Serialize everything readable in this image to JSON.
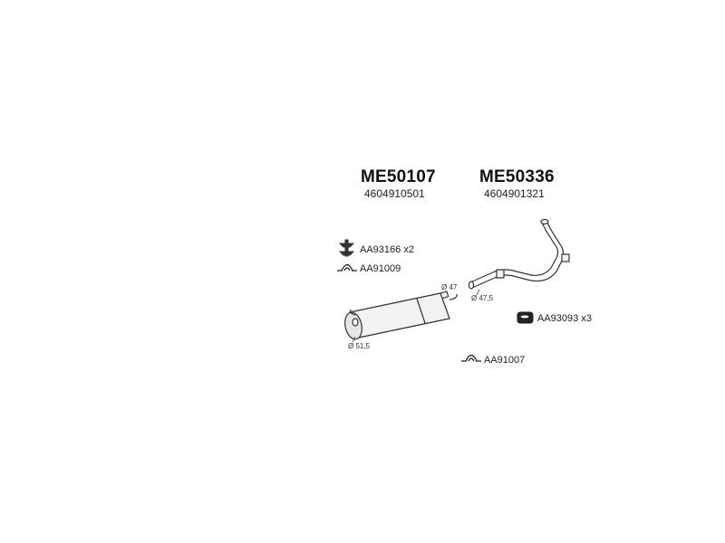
{
  "parts": [
    {
      "code": "ME50107",
      "ref": "4604910501"
    },
    {
      "code": "ME50336",
      "ref": "4604901321"
    }
  ],
  "accessories": [
    {
      "label": "AA93166 x2",
      "icon": "hanger-bracket-icon"
    },
    {
      "label": "AA91009",
      "icon": "pipe-clamp-icon"
    },
    {
      "label": "AA93093 x3",
      "icon": "rubber-mount-icon"
    },
    {
      "label": "AA91007",
      "icon": "pipe-clamp-icon"
    }
  ],
  "dimensions": {
    "muffler_outlet": "Ø 47",
    "muffler_inlet": "Ø 51,5",
    "pipe_end": "Ø 47,5"
  },
  "colors": {
    "line": "#333333",
    "fill": "#f2f2f2",
    "text": "#111111"
  }
}
